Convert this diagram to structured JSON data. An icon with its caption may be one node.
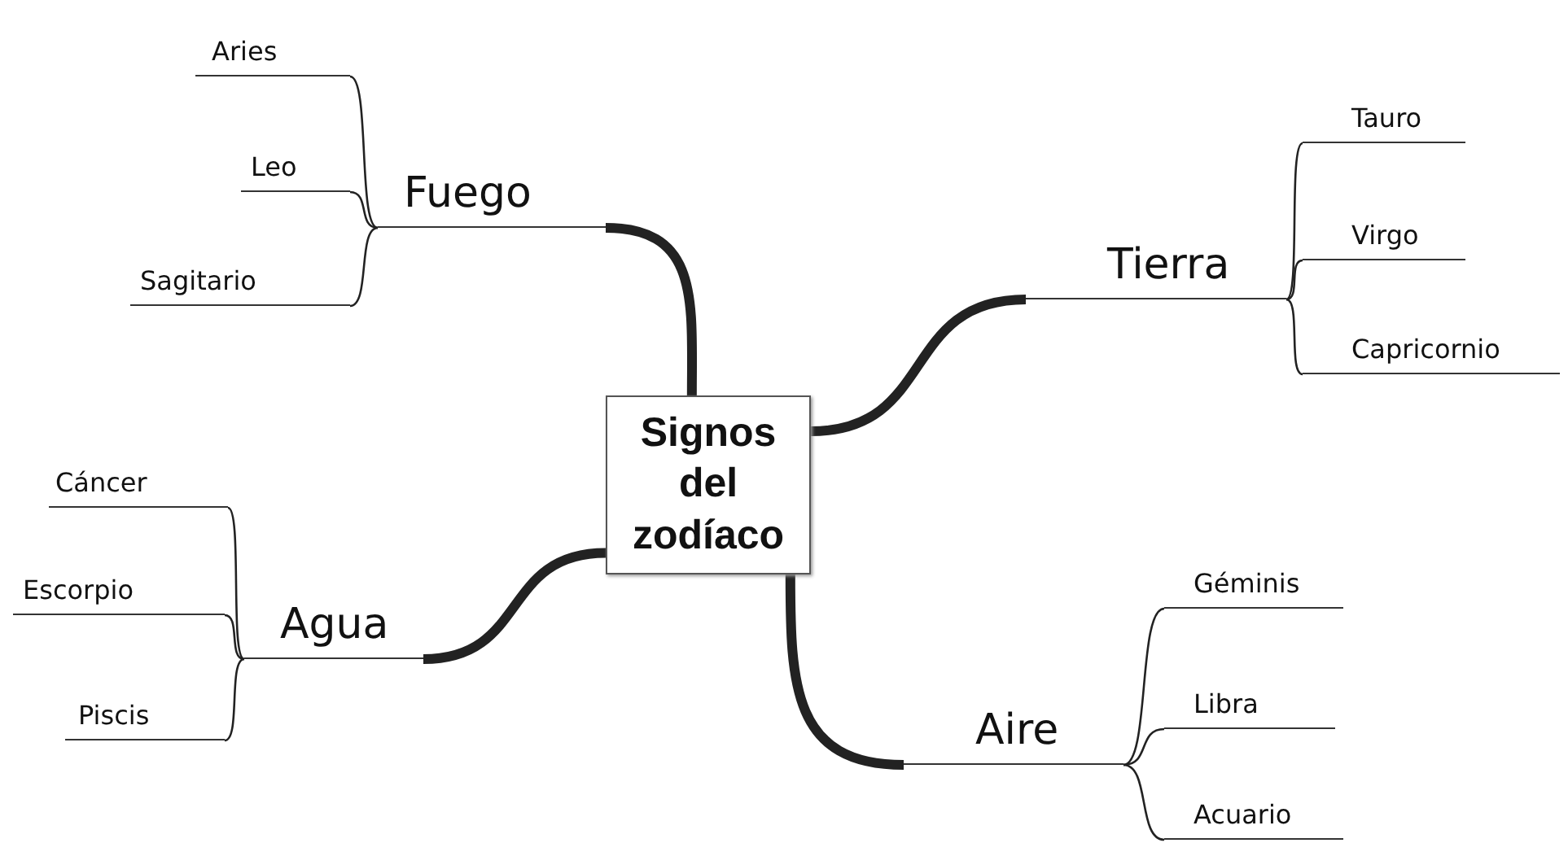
{
  "diagram": {
    "nodes": [
      {
        "text": [
          "Signos del zodíaco"
        ]
      },
      {
        "text": [
          "Fuego"
        ]
      },
      {
        "text": [
          "Aries"
        ]
      },
      {
        "text": [
          "Leo"
        ]
      },
      {
        "text": [
          "Sagitario"
        ]
      },
      {
        "text": [
          "Tierra"
        ]
      },
      {
        "text": [
          "Tauro"
        ]
      },
      {
        "text": [
          "Virgo"
        ]
      },
      {
        "text": [
          "Capricornio"
        ]
      },
      {
        "text": [
          "Agua"
        ]
      },
      {
        "text": [
          "Cáncer"
        ]
      },
      {
        "text": [
          "Escorpio"
        ]
      },
      {
        "text": [
          "Piscis"
        ]
      },
      {
        "text": [
          "Aire"
        ]
      },
      {
        "text": [
          "Géminis"
        ]
      },
      {
        "text": [
          "Libra"
        ]
      },
      {
        "text": [
          "Acuario"
        ]
      }
    ],
    "edges": [
      {
        "from": 0,
        "to": 1,
        "arrow": "none",
        "style": "thick"
      },
      {
        "from": 1,
        "to": 2,
        "arrow": "none"
      },
      {
        "from": 1,
        "to": 3,
        "arrow": "none"
      },
      {
        "from": 1,
        "to": 4,
        "arrow": "none"
      },
      {
        "from": 0,
        "to": 5,
        "arrow": "none",
        "style": "thick"
      },
      {
        "from": 5,
        "to": 6,
        "arrow": "none"
      },
      {
        "from": 5,
        "to": 7,
        "arrow": "none"
      },
      {
        "from": 5,
        "to": 8,
        "arrow": "none"
      },
      {
        "from": 0,
        "to": 9,
        "arrow": "none",
        "style": "thick"
      },
      {
        "from": 9,
        "to": 10,
        "arrow": "none"
      },
      {
        "from": 9,
        "to": 11,
        "arrow": "none"
      },
      {
        "from": 9,
        "to": 12,
        "arrow": "none"
      },
      {
        "from": 0,
        "to": 13,
        "arrow": "none",
        "style": "thick"
      },
      {
        "from": 13,
        "to": 14,
        "arrow": "none"
      },
      {
        "from": 13,
        "to": 15,
        "arrow": "none"
      },
      {
        "from": 13,
        "to": 16,
        "arrow": "none"
      }
    ]
  }
}
